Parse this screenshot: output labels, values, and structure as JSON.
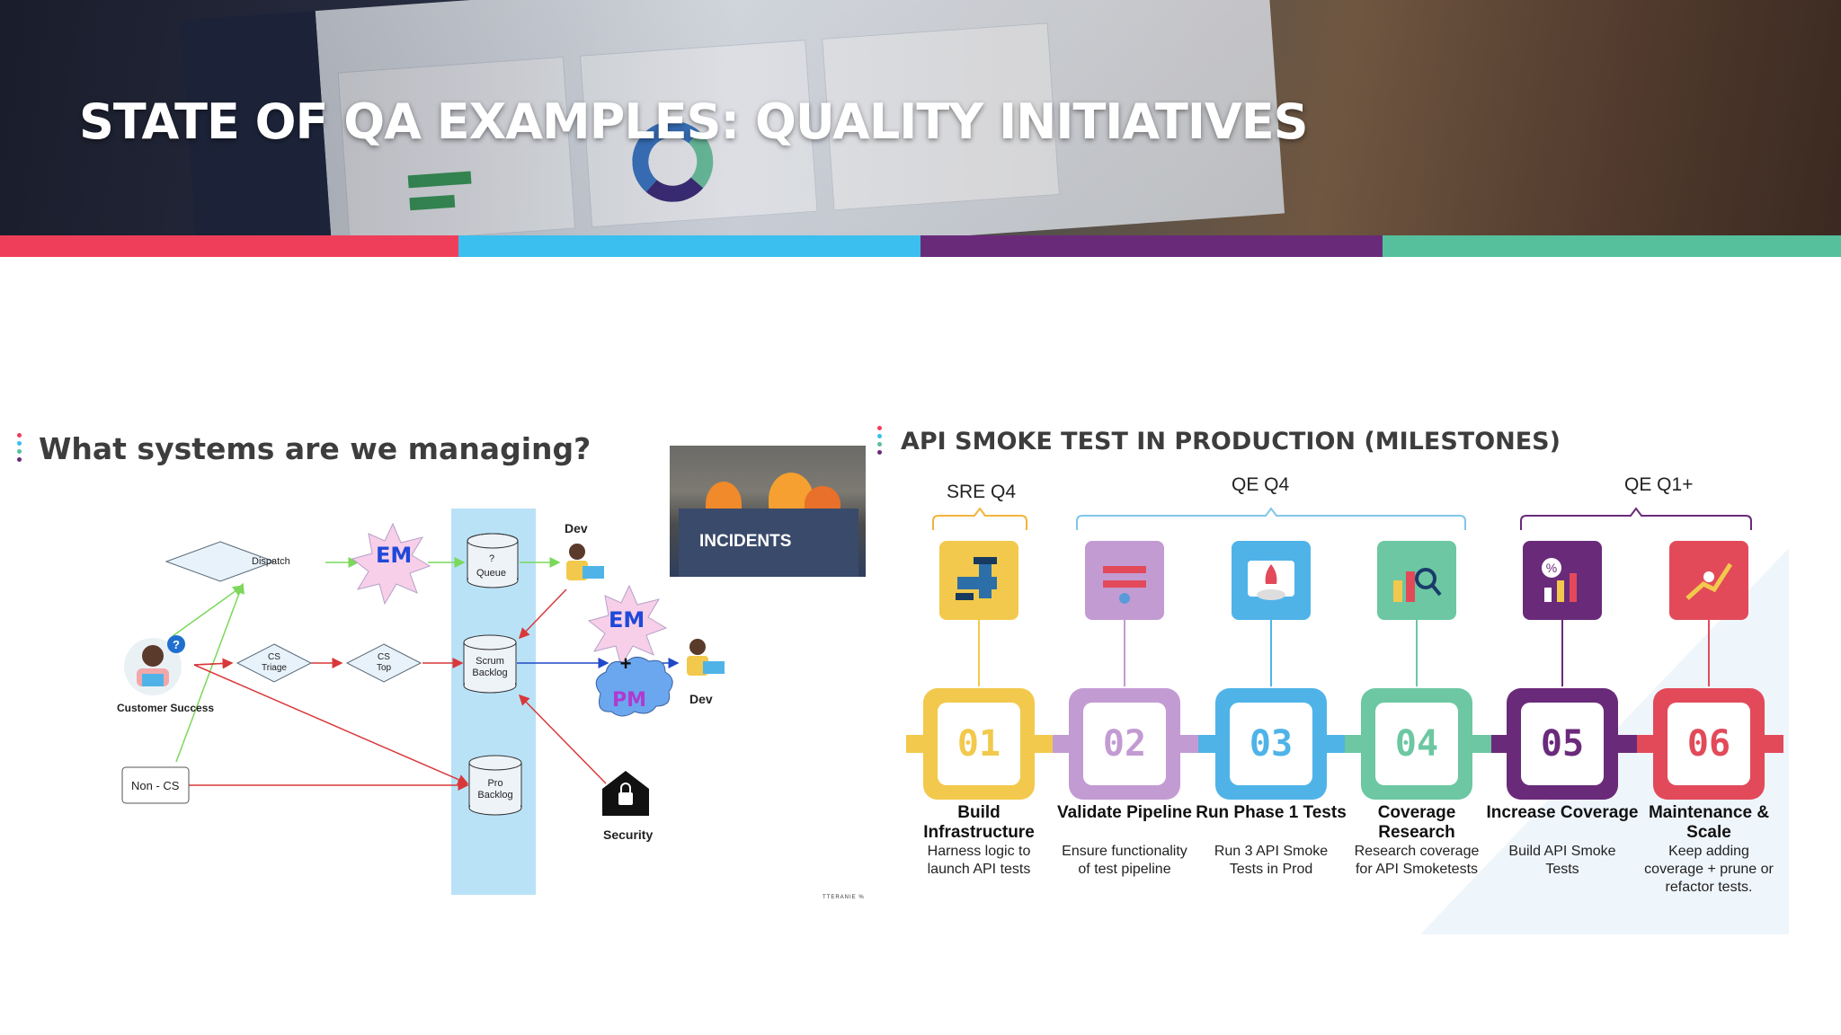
{
  "header": {
    "title": "STATE OF QA EXAMPLES: QUALITY INITIATIVES",
    "stripe_colors": [
      "#ef3e5a",
      "#3bbfee",
      "#6a2a7a",
      "#56c09c"
    ]
  },
  "left": {
    "title": "What systems are we managing?",
    "nodes": {
      "dispatch": "Dispatch",
      "em_top": "EM",
      "queue_q": "?",
      "queue": "Queue",
      "dev_top": "Dev",
      "cs_triage": "CS Triage",
      "cs_top": "CS Top",
      "scrum_backlog": "Scrum Backlog",
      "em_mid": "EM",
      "pm": "PM",
      "dev_mid": "Dev",
      "customer_success": "Customer Success",
      "non_cs": "Non - CS",
      "pro_backlog": "Pro Backlog",
      "security": "Security"
    },
    "incidents_label": "INCIDENTS",
    "footer_mark": "TTERANIE %"
  },
  "right": {
    "title": "API SMOKE TEST IN PRODUCTION (MILESTONES)",
    "groups": [
      {
        "label": "SRE Q4",
        "color": "#f2b43a"
      },
      {
        "label": "QE Q4",
        "color": "#7fc6ea"
      },
      {
        "label": "QE Q1+",
        "color": "#6a2a7a"
      }
    ],
    "milestones": [
      {
        "num": "01",
        "title": "Build Infrastructure",
        "desc": "Harness logic to launch API tests",
        "color": "#f2c94c",
        "icon": "pipe-valve-icon"
      },
      {
        "num": "02",
        "title": "Validate Pipeline",
        "desc": "Ensure functionality of test pipeline",
        "color": "#c39bd3",
        "icon": "pipeline-check-icon"
      },
      {
        "num": "03",
        "title": "Run Phase 1 Tests",
        "desc": "Run 3 API Smoke Tests in Prod",
        "color": "#4fb3e8",
        "icon": "rocket-launch-icon"
      },
      {
        "num": "04",
        "title": "Coverage Research",
        "desc": "Research coverage for API Smoketests",
        "color": "#6cc7a2",
        "icon": "chart-magnifier-icon"
      },
      {
        "num": "05",
        "title": "Increase Coverage",
        "desc": "Build API Smoke Tests",
        "color": "#6a2a7a",
        "icon": "percent-growth-icon"
      },
      {
        "num": "06",
        "title": "Maintenance & Scale",
        "desc": "Keep adding coverage + prune or refactor tests.",
        "color": "#e24a5a",
        "icon": "climbing-growth-icon"
      }
    ]
  }
}
